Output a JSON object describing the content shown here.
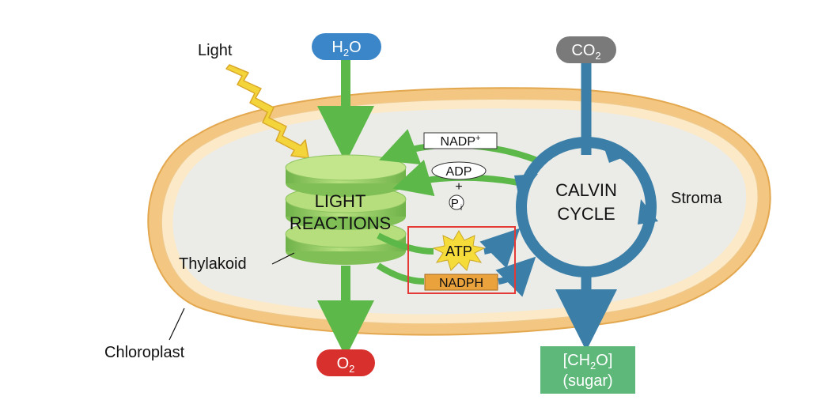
{
  "labels": {
    "light": "Light",
    "h2o_base": "H",
    "h2o_sub": "2",
    "h2o_tail": "O",
    "co2_base": "CO",
    "co2_sub": "2",
    "o2_base": "O",
    "o2_sub": "2",
    "nadp_base": "NADP",
    "nadp_sup": "+",
    "adp": "ADP",
    "plus": "+",
    "pi_base": "P",
    "pi_sub": "i",
    "light_reactions_line1": "LIGHT",
    "light_reactions_line2": "REACTIONS",
    "calvin_line1": "CALVIN",
    "calvin_line2": "CYCLE",
    "stroma": "Stroma",
    "atp": "ATP",
    "nadph": "NADPH",
    "thylakoid": "Thylakoid",
    "chloroplast": "Chloroplast",
    "ch2o_open": "[CH",
    "ch2o_sub": "2",
    "ch2o_close": "O]",
    "sugar": "(sugar)"
  },
  "colors": {
    "green_arrow": "#5cb848",
    "blue_arrow": "#3b7fa8",
    "h2o_pill": "#3a86c8",
    "co2_pill": "#7a7a7a",
    "o2_pill": "#d8312d",
    "sugar_box": "#5db87a",
    "lightning": "#f3d43a",
    "atp_star": "#f6dc3a",
    "nadph_box": "#e9a23c",
    "highlight_box": "#e53935",
    "membrane_outer": "#f2c07e",
    "stroma_fill": "#ebebe7",
    "thylakoid": "#9fd26a"
  }
}
